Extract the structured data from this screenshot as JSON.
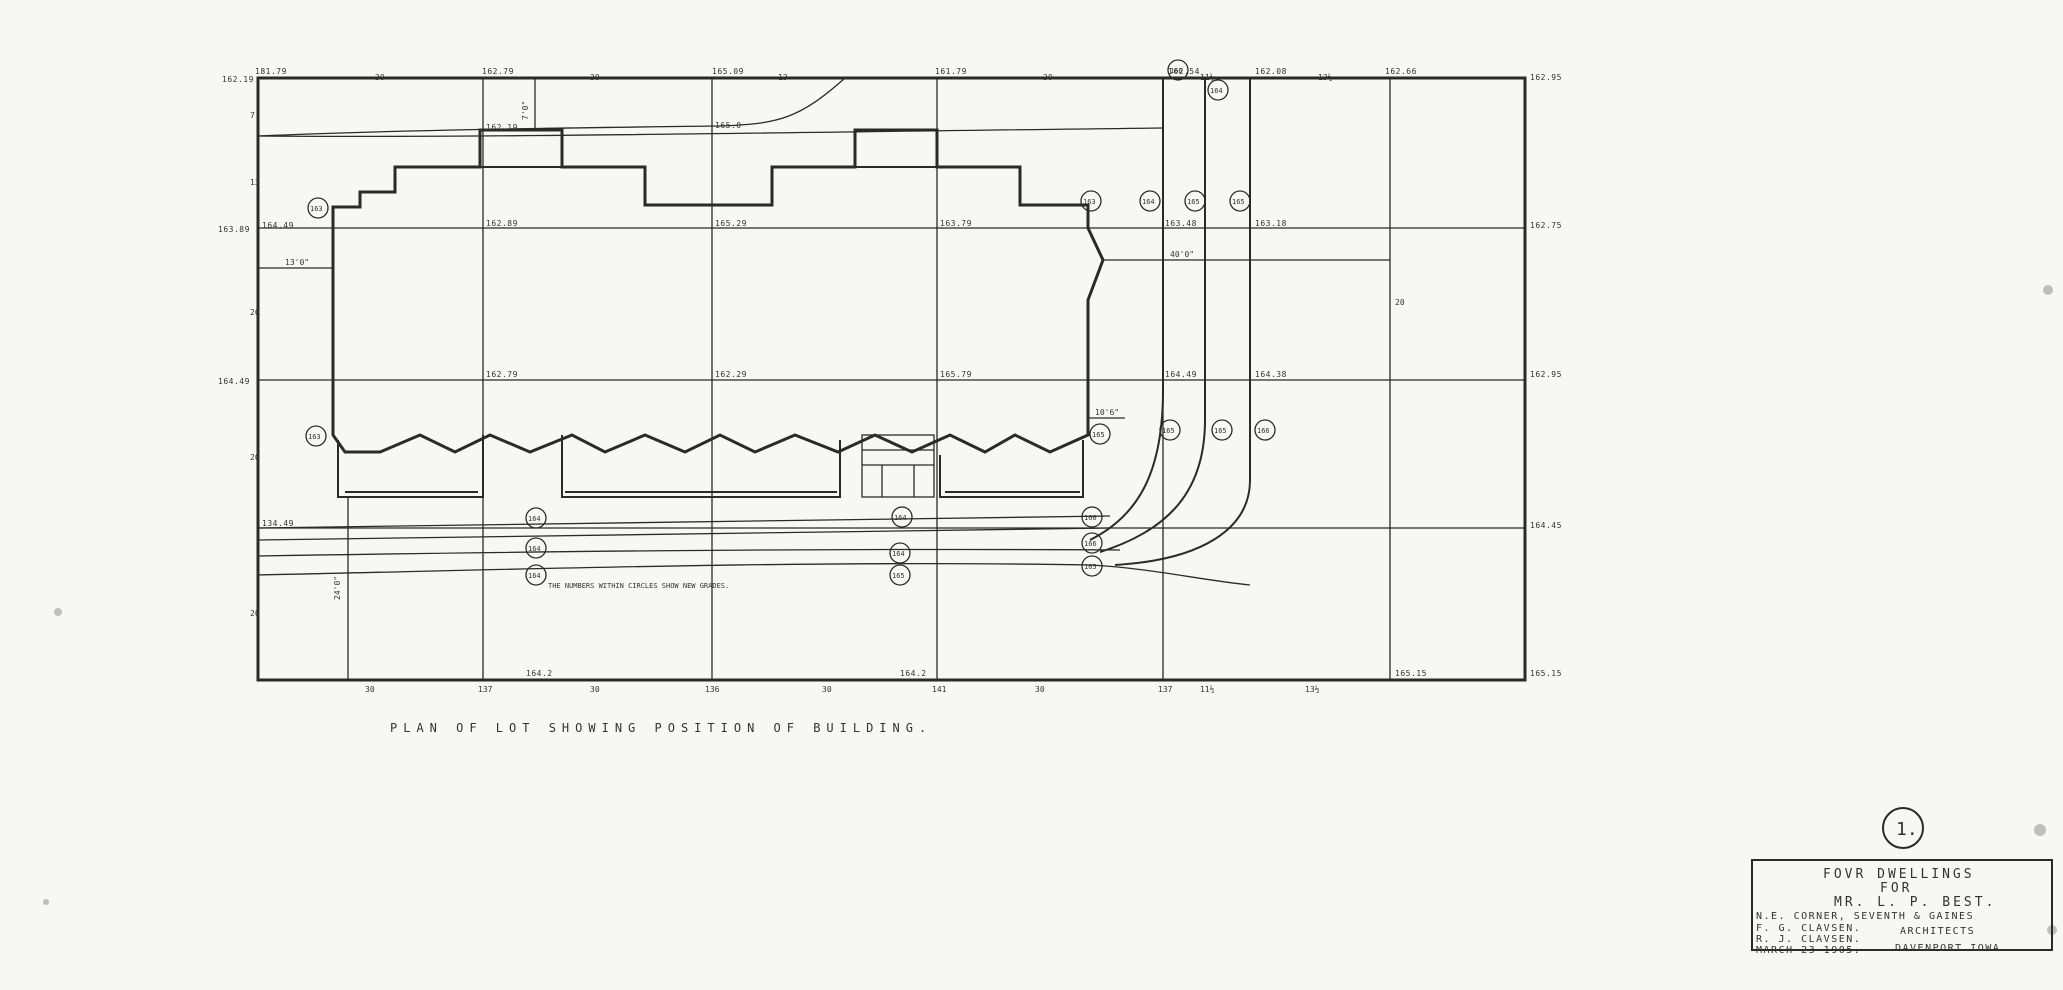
{
  "drawing": {
    "caption": "PLAN OF LOT SHOWING POSITION OF BUILDING.",
    "note": "THE NUMBERS WITHIN CIRCLES SHOW NEW GRADES.",
    "sheet_number": "1."
  },
  "title_block": {
    "line1": "FOVR DWELLINGS",
    "line2": "FOR",
    "line3": "MR. L. P. BEST.",
    "line4": "N.E. CORNER, SEVENTH & GAINES",
    "architect1": "F. G. CLAVSEN.",
    "architect2": "R. J. CLAVSEN.",
    "architects_label": "ARCHITECTS",
    "date": "MARCH 23 1905.",
    "location": "DAVENPORT IOWA"
  },
  "top_elevations": [
    "162.19",
    "162.79",
    "161.79",
    "165.09",
    "181.79",
    "162.54",
    "162.08",
    "162.66",
    "162.95"
  ],
  "left_elevations": [
    "163.89",
    "164.49",
    "164.49",
    "134.49"
  ],
  "right_elevations": [
    "162.75",
    "162.95",
    "164.45",
    "165.15"
  ],
  "inner_elevations": [
    "162.19",
    "165.0",
    "162.89",
    "165.29",
    "162.79",
    "162.29",
    "163.79",
    "165.79",
    "163.48",
    "163.18",
    "164.49",
    "164.38"
  ],
  "bottom_elevations": [
    "164.2",
    "164.2",
    "165.15"
  ],
  "top_dimensions": [
    "30",
    "30",
    "13",
    "30",
    "11½",
    "13½"
  ],
  "bottom_dimensions": [
    "30",
    "137",
    "30",
    "136",
    "30",
    "141",
    "30",
    "137",
    "11½",
    "13½"
  ],
  "side_dimensions": [
    "7",
    "13",
    "20",
    "20",
    "20",
    "20"
  ],
  "interior_dimensions": [
    "13'0\"",
    "40'0\"",
    "10'6\"",
    "24'0\"",
    "7'0\""
  ],
  "circled_grades": [
    "163",
    "163",
    "164",
    "164",
    "164",
    "164",
    "164",
    "165",
    "163",
    "164",
    "165",
    "165",
    "165",
    "165",
    "165",
    "166",
    "166",
    "166",
    "165",
    "166",
    "164"
  ]
}
